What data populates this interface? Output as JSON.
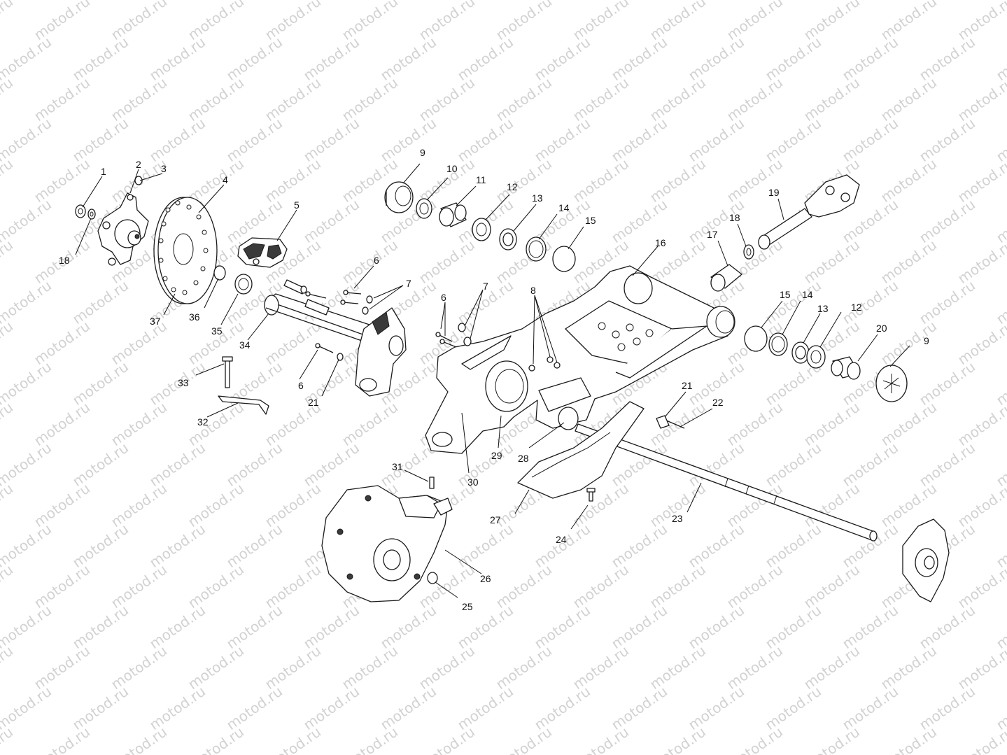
{
  "watermark": {
    "text": "motod.ru"
  },
  "callouts": [
    {
      "id": "c1",
      "label": "1"
    },
    {
      "id": "c2",
      "label": "2"
    },
    {
      "id": "c3",
      "label": "3"
    },
    {
      "id": "c4",
      "label": "4"
    },
    {
      "id": "c5",
      "label": "5"
    },
    {
      "id": "c6a",
      "label": "6"
    },
    {
      "id": "c7a",
      "label": "7"
    },
    {
      "id": "c6b",
      "label": "6"
    },
    {
      "id": "c7b",
      "label": "7"
    },
    {
      "id": "c8",
      "label": "8"
    },
    {
      "id": "c9a",
      "label": "9"
    },
    {
      "id": "c10",
      "label": "10"
    },
    {
      "id": "c11",
      "label": "11"
    },
    {
      "id": "c12a",
      "label": "12"
    },
    {
      "id": "c13a",
      "label": "13"
    },
    {
      "id": "c14a",
      "label": "14"
    },
    {
      "id": "c15a",
      "label": "15"
    },
    {
      "id": "c16",
      "label": "16"
    },
    {
      "id": "c17",
      "label": "17"
    },
    {
      "id": "c18a",
      "label": "18"
    },
    {
      "id": "c19",
      "label": "19"
    },
    {
      "id": "c15b",
      "label": "15"
    },
    {
      "id": "c14b",
      "label": "14"
    },
    {
      "id": "c13b",
      "label": "13"
    },
    {
      "id": "c12b",
      "label": "12"
    },
    {
      "id": "c20",
      "label": "20"
    },
    {
      "id": "c9b",
      "label": "9"
    },
    {
      "id": "c18b",
      "label": "18"
    },
    {
      "id": "c37",
      "label": "37"
    },
    {
      "id": "c36",
      "label": "36"
    },
    {
      "id": "c35",
      "label": "35"
    },
    {
      "id": "c34",
      "label": "34"
    },
    {
      "id": "c33",
      "label": "33"
    },
    {
      "id": "c32",
      "label": "32"
    },
    {
      "id": "c6c",
      "label": "6"
    },
    {
      "id": "c21a",
      "label": "21"
    },
    {
      "id": "c30",
      "label": "30"
    },
    {
      "id": "c29",
      "label": "29"
    },
    {
      "id": "c28",
      "label": "28"
    },
    {
      "id": "c21b",
      "label": "21"
    },
    {
      "id": "c22",
      "label": "22"
    },
    {
      "id": "c31",
      "label": "31"
    },
    {
      "id": "c27",
      "label": "27"
    },
    {
      "id": "c24",
      "label": "24"
    },
    {
      "id": "c23",
      "label": "23"
    },
    {
      "id": "c26",
      "label": "26"
    },
    {
      "id": "c25",
      "label": "25"
    }
  ],
  "colors": {
    "line": "#1a1a1a",
    "watermark": "#d2d2d2",
    "background": "#ffffff"
  }
}
